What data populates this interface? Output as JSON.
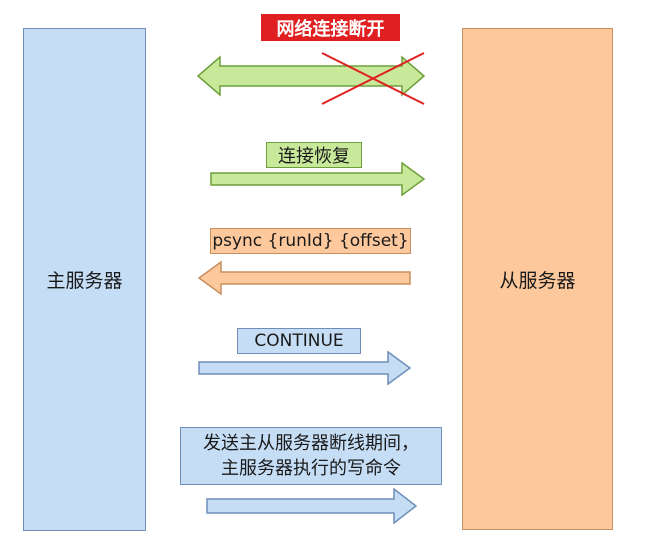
{
  "servers": {
    "master": "主服务器",
    "slave": "从服务器"
  },
  "steps": {
    "disconnect": "网络连接断开",
    "recover": "连接恢复",
    "psync": "psync {runId} {offset}",
    "continue": "CONTINUE",
    "backlog_line1": "发送主从服务器断线期间，",
    "backlog_line2": "主服务器执行的写命令"
  },
  "colors": {
    "blue_fill": "#c5ddf5",
    "blue_stroke": "#6f8eb8",
    "orange_fill": "#fcc89c",
    "orange_stroke": "#c89060",
    "green_fill": "#c9e99a",
    "green_stroke": "#6d9f3a",
    "red": "#e02020"
  }
}
